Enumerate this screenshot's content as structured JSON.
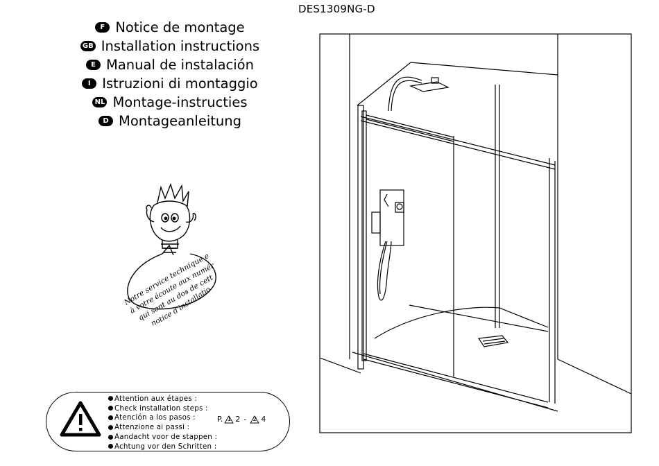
{
  "model": "DES1309NG-D",
  "titles": [
    {
      "code": "F",
      "text": "Notice de montage"
    },
    {
      "code": "GB",
      "text": "Installation instructions"
    },
    {
      "code": "E",
      "text": "Manual de instalación"
    },
    {
      "code": "I",
      "text": "Istruzioni di montaggio"
    },
    {
      "code": "NL",
      "text": "Montage-instructies"
    },
    {
      "code": "D",
      "text": "Montageanleitung"
    }
  ],
  "service_note": [
    "Notre service technique est",
    "à votre écoute aux numéros",
    "qui sont au dos de cette",
    "notice d'installation"
  ],
  "warning": {
    "icon": "warning-triangle-icon",
    "steps": [
      "Attention aux étapes :",
      "Check installation steps :",
      "Atención a los pasos :",
      "Attenzione ai passi :",
      "Aandacht voor de stappen :",
      "Achtung vor den Schritten :"
    ],
    "page_prefix": "P.",
    "step_from": "1",
    "page_from": "2",
    "dash": "-",
    "step_to": "2",
    "page_to": "4"
  }
}
